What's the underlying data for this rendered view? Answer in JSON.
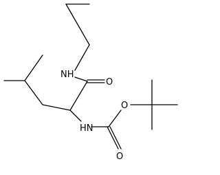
{
  "molecule": {
    "atoms": {
      "nh_top": "NH",
      "o_carbonyl_top": "O",
      "nh_bottom": "HN",
      "o_ester": "O",
      "o_carbonyl_bottom": "O"
    }
  }
}
